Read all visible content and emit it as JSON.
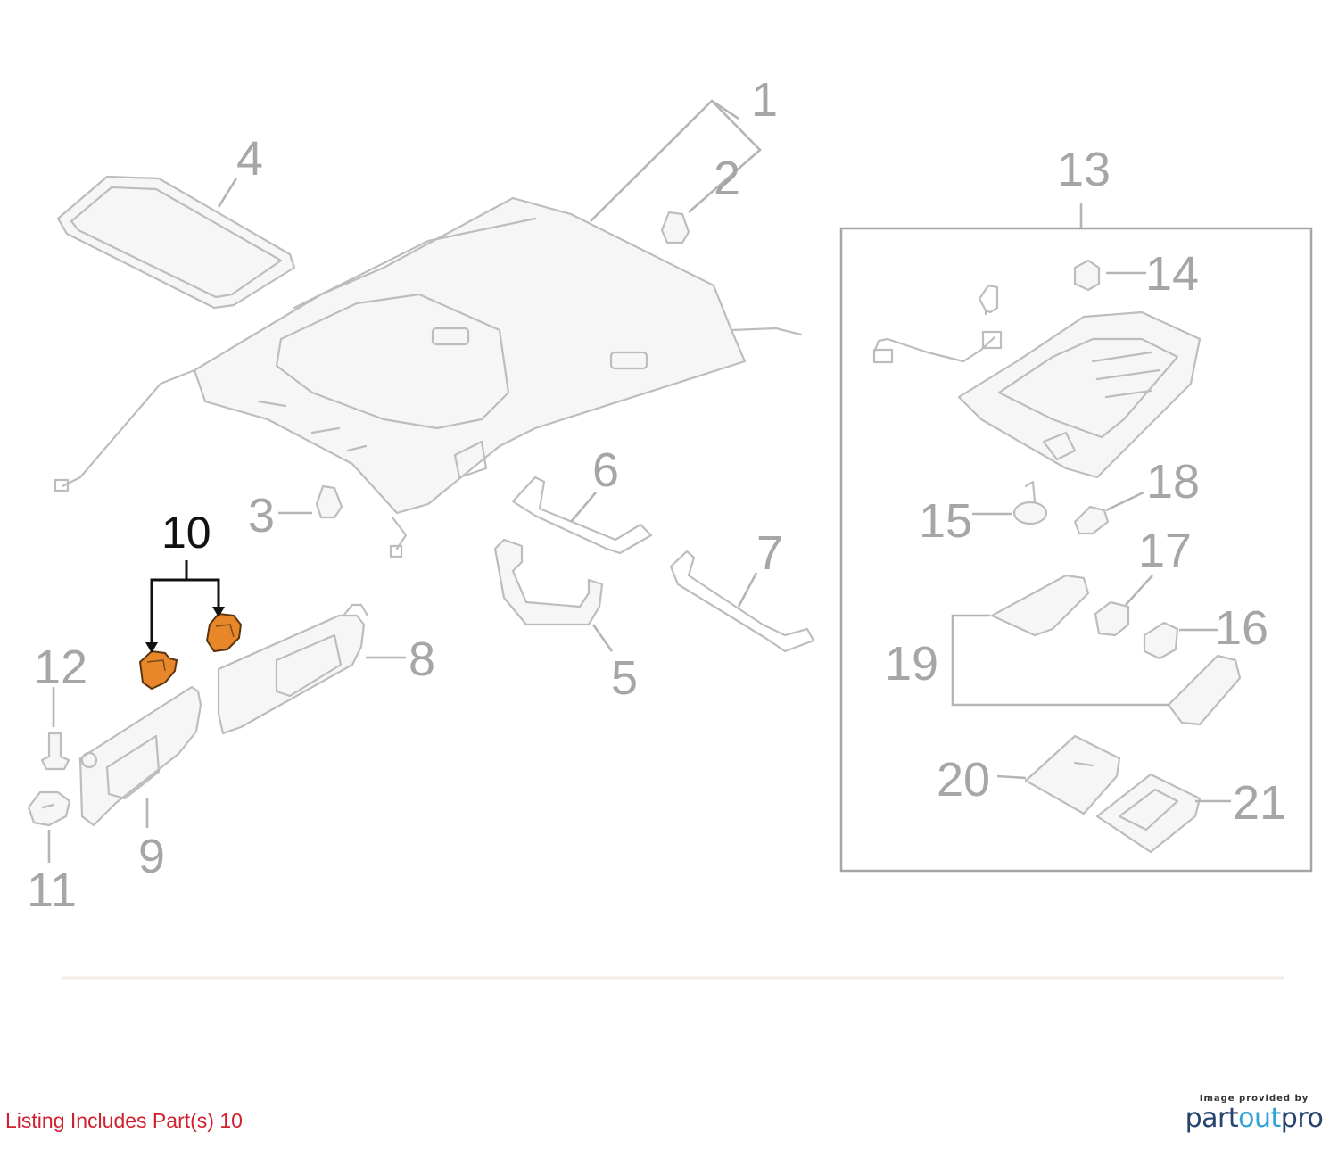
{
  "callouts": {
    "c1": "1",
    "c2": "2",
    "c3": "3",
    "c4": "4",
    "c5": "5",
    "c6": "6",
    "c7": "7",
    "c8": "8",
    "c9": "9",
    "c10": "10",
    "c11": "11",
    "c12": "12",
    "c13": "13",
    "c14": "14",
    "c15": "15",
    "c16": "16",
    "c17": "17",
    "c18": "18",
    "c19": "19",
    "c20": "20",
    "c21": "21"
  },
  "highlighted_part": "10",
  "colors": {
    "highlight": "#e8872a",
    "part_line": "#bdbdbd",
    "callout_gray": "#a6a6a6",
    "note_red": "#d2202f"
  },
  "footer": {
    "note": "Listing Includes Part(s) 10"
  },
  "brand": {
    "caption": "Image provided by",
    "name_a": "part",
    "name_b": "out",
    "name_c": "pro"
  }
}
